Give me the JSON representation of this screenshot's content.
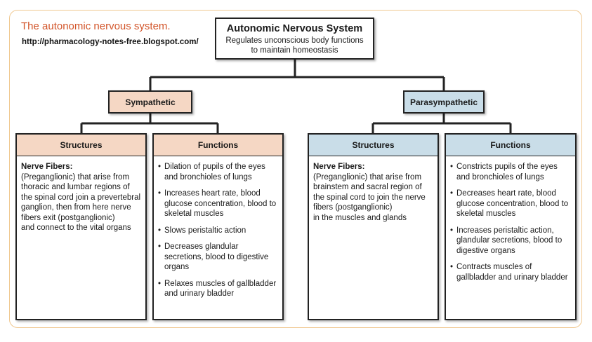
{
  "figure": {
    "title": "The autonomic nervous system.",
    "url": "http://pharmacology-notes-free.blogspot.com/"
  },
  "root": {
    "title": "Autonomic Nervous System",
    "subtitle": "Regulates unconscious body functions to maintain homeostasis"
  },
  "sympathetic": {
    "label": "Sympathetic",
    "structures": {
      "header": "Structures",
      "lead": "Nerve Fibers:",
      "lines": [
        "(Preganglionic) that arise from",
        "thoracic and lumbar regions of",
        "the spinal cord join a prevertebral",
        "ganglion, then from here nerve",
        "fibers exit (postganglionic)",
        "and connect to the vital organs"
      ]
    },
    "functions": {
      "header": "Functions",
      "items": [
        "Dilation of pupils of the eyes and bronchioles of lungs",
        "Increases heart rate, blood glucose concentration, blood to skeletal muscles",
        "Slows peristaltic action",
        "Decreases glandular secretions, blood to digestive organs",
        "Relaxes muscles of gallbladder and urinary bladder"
      ]
    }
  },
  "parasympathetic": {
    "label": "Parasympathetic",
    "structures": {
      "header": "Structures",
      "lead": "Nerve Fibers:",
      "lines": [
        "(Preganglionic) that arise from",
        "brainstem and sacral region of",
        "the spinal cord to join the nerve",
        "fibers (postganglionic)",
        "in the muscles and glands"
      ]
    },
    "functions": {
      "header": "Functions",
      "items": [
        "Constricts pupils of the eyes and bronchioles of lungs",
        "Decreases heart rate, blood glucose concentration, blood to skeletal muscles",
        "Increases peristaltic action, glandular secretions, blood to digestive organs",
        "Contracts muscles of gallbladder and urinary bladder"
      ]
    }
  },
  "colors": {
    "sympathetic_fill": "#f5d7c4",
    "parasympathetic_fill": "#c9dde8",
    "title_color": "#d2552a",
    "frame_border": "#f0c890"
  }
}
